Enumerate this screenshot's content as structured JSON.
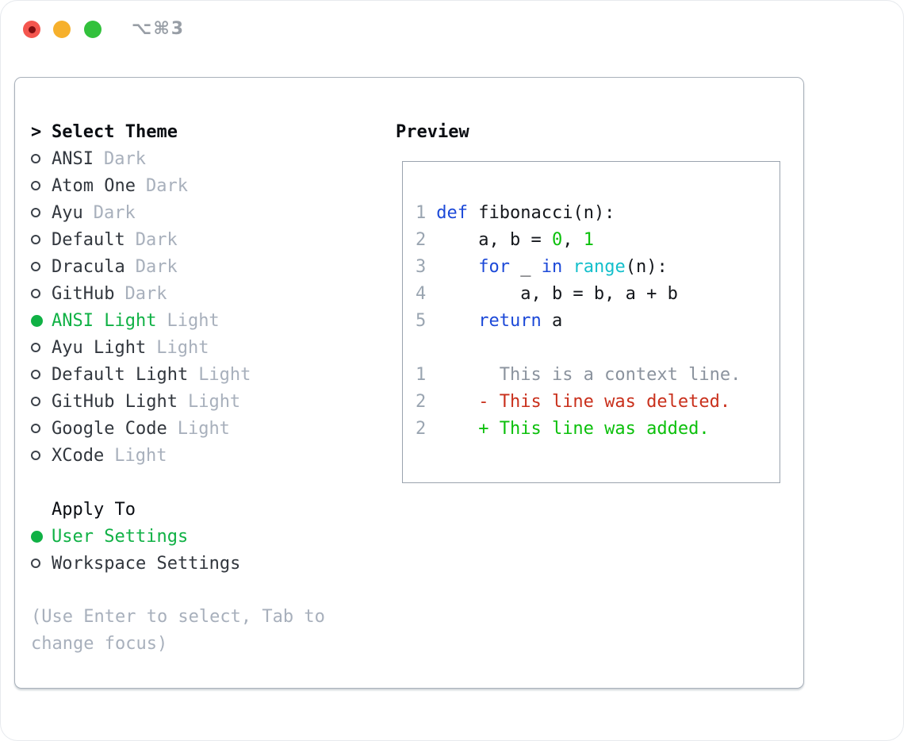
{
  "window": {
    "shortcut": "⌥⌘3"
  },
  "theme_selector": {
    "title_prefix": ">",
    "title": "Select Theme",
    "items": [
      {
        "name": "ANSI",
        "variant": "Dark",
        "selected": false
      },
      {
        "name": "Atom One",
        "variant": "Dark",
        "selected": false
      },
      {
        "name": "Ayu",
        "variant": "Dark",
        "selected": false
      },
      {
        "name": "Default",
        "variant": "Dark",
        "selected": false
      },
      {
        "name": "Dracula",
        "variant": "Dark",
        "selected": false
      },
      {
        "name": "GitHub",
        "variant": "Dark",
        "selected": false
      },
      {
        "name": "ANSI Light",
        "variant": "Light",
        "selected": true
      },
      {
        "name": "Ayu Light",
        "variant": "Light",
        "selected": false
      },
      {
        "name": "Default Light",
        "variant": "Light",
        "selected": false
      },
      {
        "name": "GitHub Light",
        "variant": "Light",
        "selected": false
      },
      {
        "name": "Google Code",
        "variant": "Light",
        "selected": false
      },
      {
        "name": "XCode",
        "variant": "Light",
        "selected": false
      }
    ]
  },
  "apply_to": {
    "title": "Apply To",
    "options": [
      {
        "label": "User Settings",
        "selected": true
      },
      {
        "label": "Workspace Settings",
        "selected": false
      }
    ]
  },
  "hint": "(Use Enter to select, Tab to change focus)",
  "preview": {
    "title": "Preview",
    "lines": [
      {
        "type": "code",
        "num": "1",
        "segs": [
          [
            "kw",
            "def"
          ],
          [
            "plain",
            " fibonacci(n):"
          ]
        ]
      },
      {
        "type": "code",
        "num": "2",
        "segs": [
          [
            "plain",
            "    a, b = "
          ],
          [
            "num",
            "0"
          ],
          [
            "plain",
            ", "
          ],
          [
            "num",
            "1"
          ]
        ]
      },
      {
        "type": "code",
        "num": "3",
        "segs": [
          [
            "plain",
            "    "
          ],
          [
            "kw",
            "for"
          ],
          [
            "plain",
            " _ "
          ],
          [
            "kw",
            "in"
          ],
          [
            "plain",
            " "
          ],
          [
            "fn",
            "range"
          ],
          [
            "plain",
            "(n):"
          ]
        ]
      },
      {
        "type": "code",
        "num": "4",
        "segs": [
          [
            "plain",
            "        a, b = b, a + b"
          ]
        ]
      },
      {
        "type": "code",
        "num": "5",
        "segs": [
          [
            "plain",
            "    "
          ],
          [
            "kw",
            "return"
          ],
          [
            "plain",
            " a"
          ]
        ]
      },
      {
        "type": "blank"
      },
      {
        "type": "diff",
        "num": "1",
        "segs": [
          [
            "ctx",
            "      This is a context line."
          ]
        ]
      },
      {
        "type": "diff",
        "num": "2",
        "segs": [
          [
            "del",
            "    - This line was deleted."
          ]
        ]
      },
      {
        "type": "diff",
        "num": "2",
        "segs": [
          [
            "add",
            "    + This line was added."
          ]
        ]
      }
    ]
  },
  "colors": {
    "selection_green": "#10b145",
    "keyword_blue": "#1c49d8",
    "function_cyan": "#13bfcb",
    "number_green": "#0cc00c",
    "deleted_red": "#c9301c",
    "context_gray": "#8b939e",
    "lineno_gray": "#9aa5b1",
    "muted_gray": "#a8b0bc",
    "text_dark": "#32373e",
    "heading_black": "#0a0d12",
    "border_gray": "#a9b1bb",
    "preview_border": "#9aa3ae",
    "traffic_red": "#f4564f",
    "traffic_red_dot": "#7f0d10",
    "traffic_yellow": "#f6b02c",
    "traffic_green": "#32c13c",
    "shortcut_gray": "#989ea6"
  }
}
